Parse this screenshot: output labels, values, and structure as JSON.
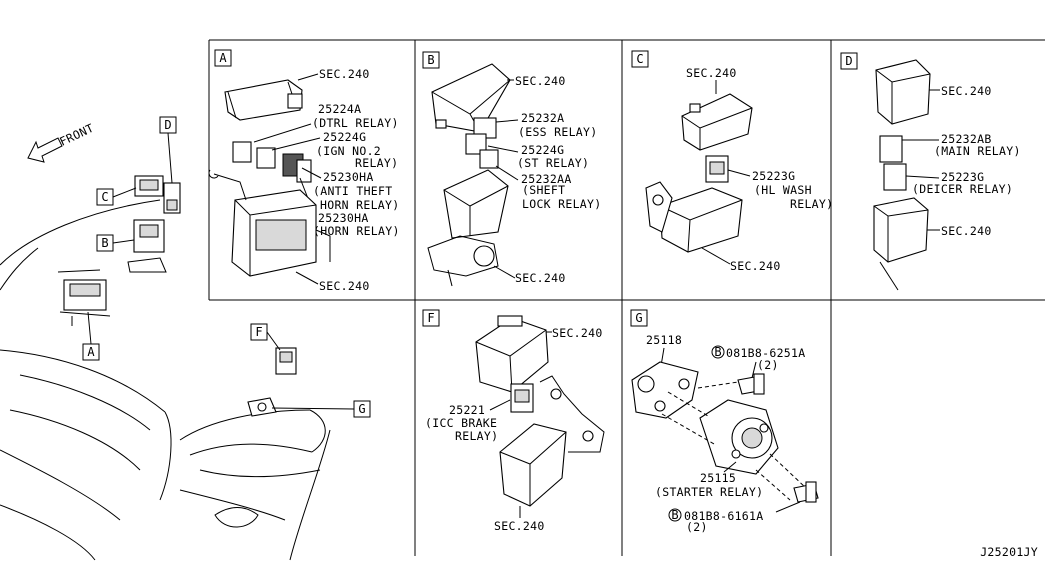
{
  "front_label": "FRONT",
  "diagram_id": "J25201JY",
  "overview_callouts": [
    "D",
    "C",
    "B",
    "A",
    "F",
    "G"
  ],
  "panels": {
    "A": {
      "letter": "A",
      "labels": [
        "SEC.240",
        "25224A",
        "(DTRL RELAY)",
        "25224G",
        "(IGN NO.2",
        "RELAY)",
        "25230HA",
        "(ANTI THEFT",
        "HORN RELAY)",
        "25230HA",
        "(HORN RELAY)",
        "SEC.240"
      ]
    },
    "B": {
      "letter": "B",
      "labels": [
        "SEC.240",
        "25232A",
        "(ESS RELAY)",
        "25224G",
        "(ST RELAY)",
        "25232AA",
        "(SHEFT",
        "LOCK RELAY)",
        "SEC.240"
      ]
    },
    "C": {
      "letter": "C",
      "labels": [
        "SEC.240",
        "25223G",
        "(HL WASH",
        "RELAY)",
        "SEC.240"
      ]
    },
    "D": {
      "letter": "D",
      "labels": [
        "SEC.240",
        "25232AB",
        "(MAIN RELAY)",
        "25223G",
        "(DEICER RELAY)",
        "SEC.240"
      ]
    },
    "F": {
      "letter": "F",
      "labels": [
        "SEC.240",
        "25221",
        "(ICC BRAKE",
        "RELAY)",
        "SEC.240"
      ]
    },
    "G": {
      "letter": "G",
      "labels": [
        "25118",
        "081B8-6251A",
        "(2)",
        "25115",
        "(STARTER RELAY)",
        "081B8-6161A",
        "(2)"
      ],
      "bolt_marker": "B"
    }
  }
}
